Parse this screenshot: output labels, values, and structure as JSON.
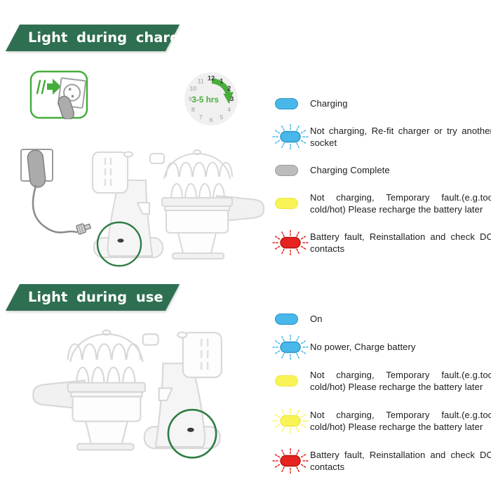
{
  "colors": {
    "banner_bg": "#2F6F51",
    "banner_text": "#FFFFFF",
    "accent_green": "#45AD3C",
    "highlight_circle_green": "#2E7D44",
    "text": "#1C1C1C",
    "led": {
      "blue": {
        "fill": "#47B8E9",
        "border": "#2893CB"
      },
      "gray": {
        "fill": "#BCBCBC",
        "border": "#9C9C9C"
      },
      "yellow": {
        "fill": "#F8F455",
        "border": "#EFE83F"
      },
      "red": {
        "fill": "#E6231E",
        "border": "#B2150F"
      }
    }
  },
  "charging_section": {
    "banner_label": "Light during charging",
    "clock": {
      "duration_label": "3-5 hrs",
      "numbers": [
        "1",
        "2",
        "3",
        "4",
        "5",
        "6",
        "7",
        "8",
        "9",
        "10",
        "11",
        "12"
      ],
      "highlighted_numbers": [
        "12",
        "1",
        "2",
        "3"
      ]
    },
    "legend": [
      {
        "color": "blue",
        "flashing": false,
        "label": "Charging"
      },
      {
        "color": "blue",
        "flashing": true,
        "label": "Not charging, Re-fit charger or try another socket"
      },
      {
        "color": "gray",
        "flashing": false,
        "label": "Charging Complete"
      },
      {
        "color": "yellow",
        "flashing": false,
        "label": "Not charging, Temporary fault.(e.g.too cold/hot) Please recharge the battery later"
      },
      {
        "color": "red",
        "flashing": true,
        "label": "Battery fault, Reinstallation and check DC contacts"
      }
    ]
  },
  "use_section": {
    "banner_label": "Light during use",
    "legend": [
      {
        "color": "blue",
        "flashing": false,
        "label": "On"
      },
      {
        "color": "blue",
        "flashing": true,
        "label": "No power, Charge battery"
      },
      {
        "color": "yellow",
        "flashing": false,
        "label": "Not charging, Temporary fault.(e.g.too cold/hot) Please recharge the battery later"
      },
      {
        "color": "yellow",
        "flashing": true,
        "label": "Not charging, Temporary fault.(e.g.too cold/hot) Please recharge the battery later"
      },
      {
        "color": "red",
        "flashing": true,
        "label": "Battery fault, Reinstallation and check DC contacts"
      }
    ]
  }
}
